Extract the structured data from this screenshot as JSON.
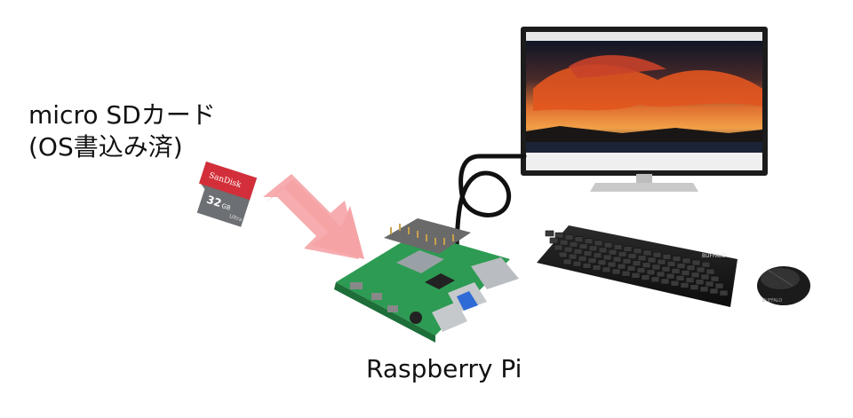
{
  "diagram": {
    "sd_card_label_line1": "micro SDカード",
    "sd_card_label_line2": "(OS書込み済)",
    "raspberry_pi_label": "Raspberry Pi",
    "sd_card_print": {
      "brand": "SanDisk",
      "capacity": "32",
      "unit": "GB",
      "line": "Ultra"
    },
    "keyboard_brand": "BUFFALO",
    "mouse_brand": "BUFFALO"
  },
  "colors": {
    "arrow": "#f6a3a6",
    "cable": "#111111",
    "board": "#2d9b53",
    "sd_red": "#d32f3a",
    "sd_grey": "#6c6f73",
    "monitor_frame": "#1c1c1c",
    "sky_top": "#1a2030",
    "sky_fire": "#e0602a",
    "water": "#1b2336"
  }
}
